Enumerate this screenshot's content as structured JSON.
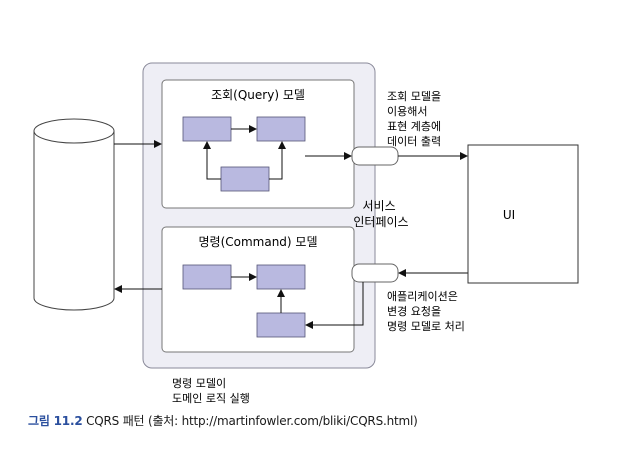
{
  "diagram": {
    "query_model": {
      "title": "조회(Query) 모델"
    },
    "command_model": {
      "title": "명령(Command) 모델"
    },
    "query_note": [
      "조회 모델을",
      "이용해서",
      "표현 계층에",
      "데이터 출력"
    ],
    "service_interface": [
      "서비스",
      "인터페이스"
    ],
    "ui_label": "UI",
    "command_note": [
      "애플리케이션은",
      "변경 요청을",
      "명령 모델로 처리"
    ],
    "domain_note": [
      "명령 모델이",
      "도메인 로직 실행"
    ],
    "colors": {
      "container_fill": "#eeeef5",
      "container_stroke": "#8a8a9a",
      "box_fill": "#b9b9e0",
      "box_stroke": "#555577",
      "line": "#111111"
    }
  },
  "caption": {
    "figure_label": "그림 11.2",
    "text": "CQRS 패턴 (출처: http://martinfowler.com/bliki/CQRS.html)"
  }
}
